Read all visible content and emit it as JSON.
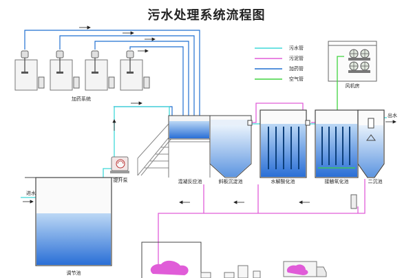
{
  "title": "污水处理系统流程图",
  "legend": [
    {
      "label": "污水管",
      "color": "#3ed8d8"
    },
    {
      "label": "污泥管",
      "color": "#e05cd8"
    },
    {
      "label": "加药管",
      "color": "#1f6fd0"
    },
    {
      "label": "空气管",
      "color": "#3fd43f"
    }
  ],
  "labels": {
    "dosing_system": "加药系统",
    "blower_room": "风机房",
    "lift_pump": "提升泵",
    "coag_tank": "混凝反应池",
    "settle_tank": "斜板沉淀池",
    "hydrolysis_tank": "水解酸化池",
    "contact_tank": "接触氧化池",
    "secondary_tank": "二沉池",
    "outlet": "出水",
    "inlet": "进水",
    "equalization_tank": "调节池"
  }
}
